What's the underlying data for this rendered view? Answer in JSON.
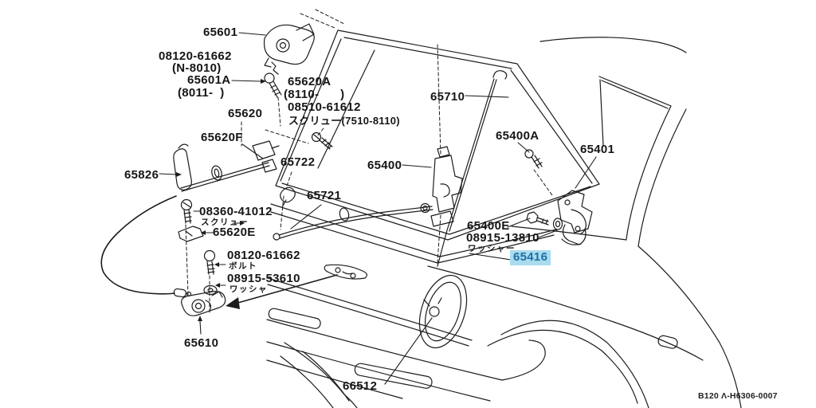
{
  "colors": {
    "line": "#1c1c1c",
    "highlight-bg": "#a9dcee",
    "highlight-fg": "#1e6fa6"
  },
  "diagram_code": "B120 Λ-H6306-0007",
  "highlighted_part": "65416",
  "labels": {
    "p65601": "65601",
    "p08120_top": "08120-61662",
    "n8010": "(N-8010)",
    "p65601a": "65601A",
    "d8011": "(8011-  )",
    "p65620a": "65620A",
    "d8110": "(8110-      )",
    "p08510": "08510-61612",
    "screw7510": "スクリュー(7510-8110)",
    "p65620": "65620",
    "p65620f": "65620F",
    "p65826": "65826",
    "p65722": "65722",
    "p65721": "65721",
    "p65400": "65400",
    "p65710": "65710",
    "p65400a": "65400A",
    "p65401": "65401",
    "p08360": "08360-41012",
    "screw": "スクリュー",
    "p65620e": "65620E",
    "p08120_bottom": "08120-61662",
    "bolt": "ボルト",
    "p08915_53610": "08915-53610",
    "washer": "ワッシャ",
    "p65400e": "65400E",
    "p08915_13810": "08915-13810",
    "washer2": "ワッシャー",
    "p65416": "65416",
    "p65610": "65610",
    "p66512": "66512",
    "code": "B120 Λ-H6306-0007"
  }
}
